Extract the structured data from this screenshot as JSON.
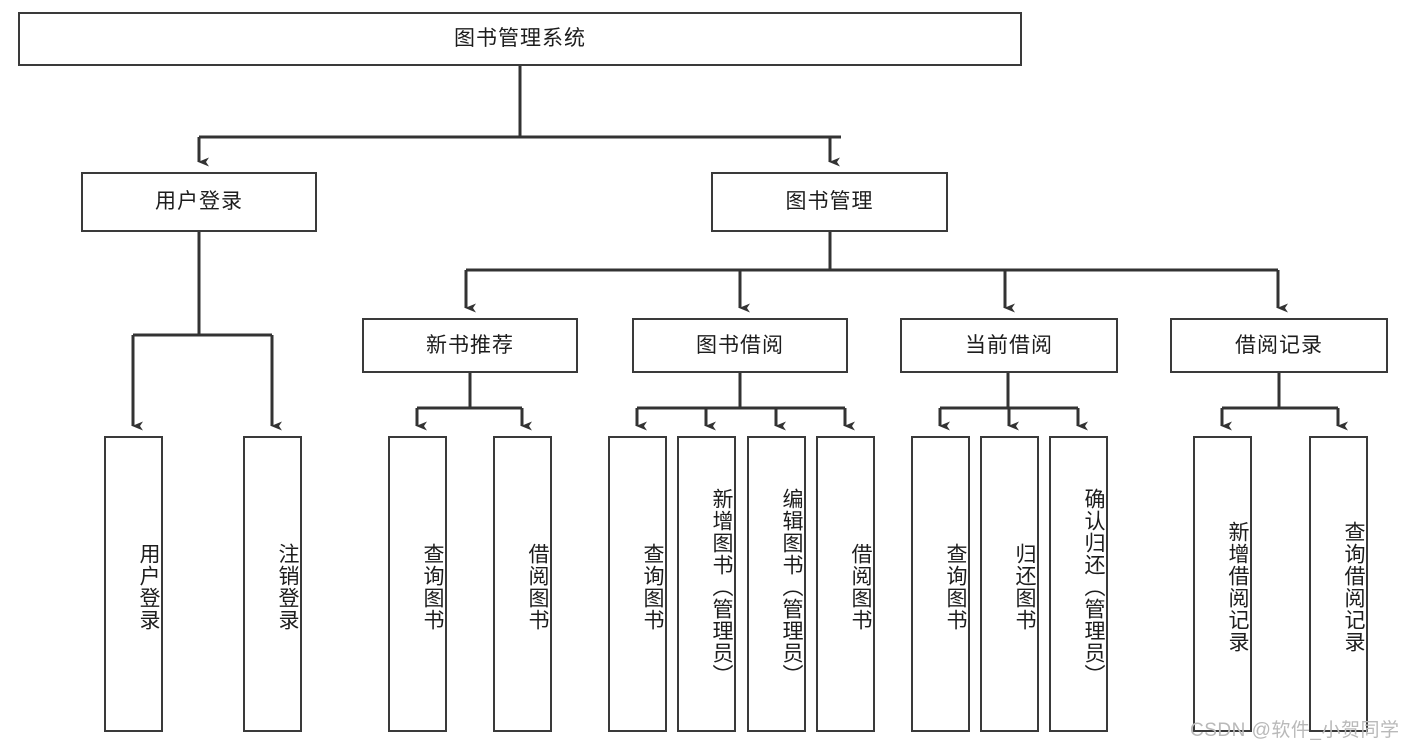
{
  "diagram": {
    "title": "图书管理系统",
    "type": "tree-hierarchy-chart",
    "watermark": "CSDN @软件_小贺同学",
    "colors": {
      "box_border": "#3a3a3a",
      "box_fill": "#ffffff",
      "edge": "#333333",
      "text": "#1d1d1d",
      "watermark": "#b9b9b9"
    }
  },
  "nodes": {
    "root": {
      "label": "图书管理系统"
    },
    "level2": [
      {
        "label": "用户登录"
      },
      {
        "label": "图书管理"
      }
    ],
    "level3": [
      {
        "label": "新书推荐"
      },
      {
        "label": "图书借阅"
      },
      {
        "label": "当前借阅"
      },
      {
        "label": "借阅记录"
      }
    ],
    "leaves": {
      "user_login": [
        {
          "label": "用户登录"
        },
        {
          "label": "注销登录"
        }
      ],
      "new_book_recommend": [
        {
          "label": "查询图书"
        },
        {
          "label": "借阅图书"
        }
      ],
      "book_borrow": [
        {
          "label": "查询图书"
        },
        {
          "label": "新增图书（管理员）"
        },
        {
          "label": "编辑图书（管理员）"
        },
        {
          "label": "借阅图书"
        }
      ],
      "current_borrow": [
        {
          "label": "查询图书"
        },
        {
          "label": "归还图书"
        },
        {
          "label": "确认归还（管理员）"
        }
      ],
      "borrow_record": [
        {
          "label": "新增借阅记录"
        },
        {
          "label": "查询借阅记录"
        }
      ]
    }
  }
}
